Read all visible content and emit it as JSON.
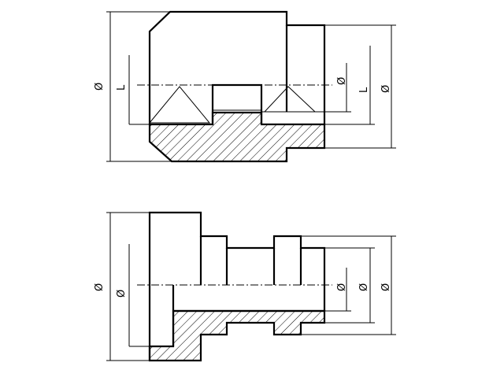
{
  "drawing": {
    "top_view": {
      "labels": {
        "left_outer_dia": "Ø",
        "left_length": "L",
        "right_inner_dia": "Ø",
        "right_length": "L",
        "right_outer_dia": "Ø"
      }
    },
    "bottom_view": {
      "labels": {
        "left_outer_dia": "Ø",
        "left_inner_dia": "Ø",
        "right_inner_dia": "Ø",
        "right_mid_dia": "Ø",
        "right_outer_dia": "Ø"
      }
    }
  }
}
